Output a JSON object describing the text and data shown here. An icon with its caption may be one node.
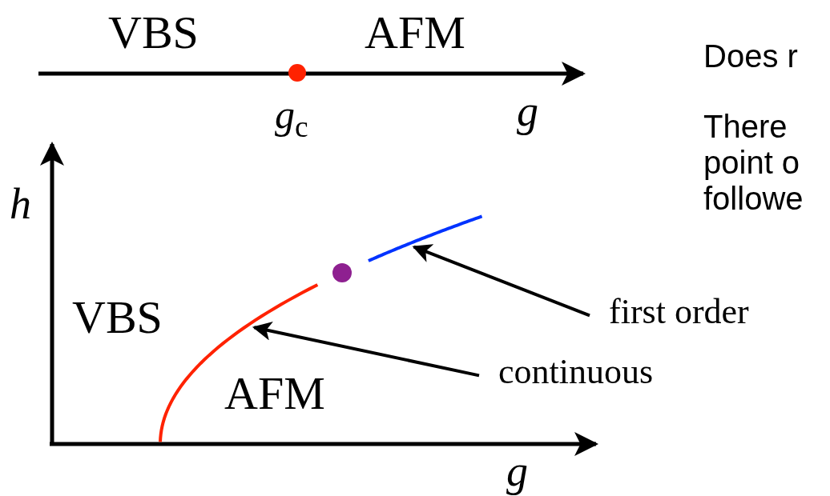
{
  "diagram": {
    "nodes": [
      {
        "text": [
          "first order"
        ]
      },
      {
        "text": [
          "continuous"
        ]
      },
      {
        "text": [],
        "shape": "curve"
      },
      {
        "text": [],
        "shape": "curve"
      }
    ],
    "edges": [
      {
        "from": 0,
        "to": 2,
        "arrow": "to"
      },
      {
        "from": 1,
        "to": 3,
        "arrow": "to"
      }
    ],
    "labels": [
      "VBS",
      "AFM",
      "*g*$_{c}$",
      "g",
      "Does r",
      "There",
      "point o",
      "followe",
      "h",
      "VBS",
      "AFM",
      "g"
    ]
  }
}
